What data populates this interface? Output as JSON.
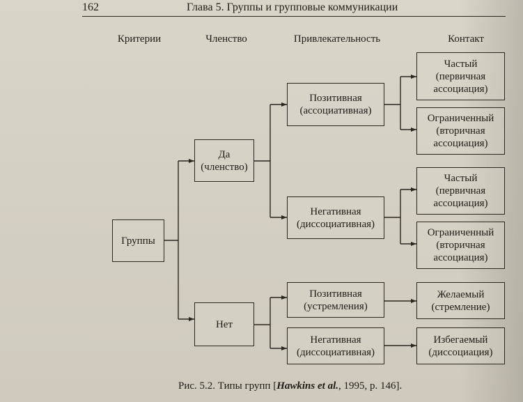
{
  "running_head": {
    "page_number": "162",
    "chapter_title": "Глава 5. Группы и групповые коммуникации"
  },
  "columns": [
    "Критерии",
    "Членство",
    "Привлекательность",
    "Контакт"
  ],
  "nodes": {
    "root": "Группы",
    "yes": "Да\n(членство)",
    "no": "Нет",
    "pos_assoc": "Позитивная\n(ассоциативная)",
    "neg_dissoc_1": "Негативная\n(диссоциативная)",
    "pos_aspir": "Позитивная\n(устремления)",
    "neg_dissoc_2": "Негативная\n(диссоциативная)",
    "frequent_1": "Частый\n(первичная\nассоциация)",
    "limited_1": "Ограниченный\n(вторичная\nассоциация)",
    "frequent_2": "Частый\n(первичная\nассоциация)",
    "limited_2": "Ограниченный\n(вторичная\nассоциация)",
    "desired": "Желаемый\n(стремление)",
    "avoided": "Избегаемый\n(диссоциация)"
  },
  "caption": {
    "prefix": "Рис. 5.2. Типы групп [",
    "authors": "Hawkins et al.",
    "suffix": ", 1995, p. 146]."
  }
}
